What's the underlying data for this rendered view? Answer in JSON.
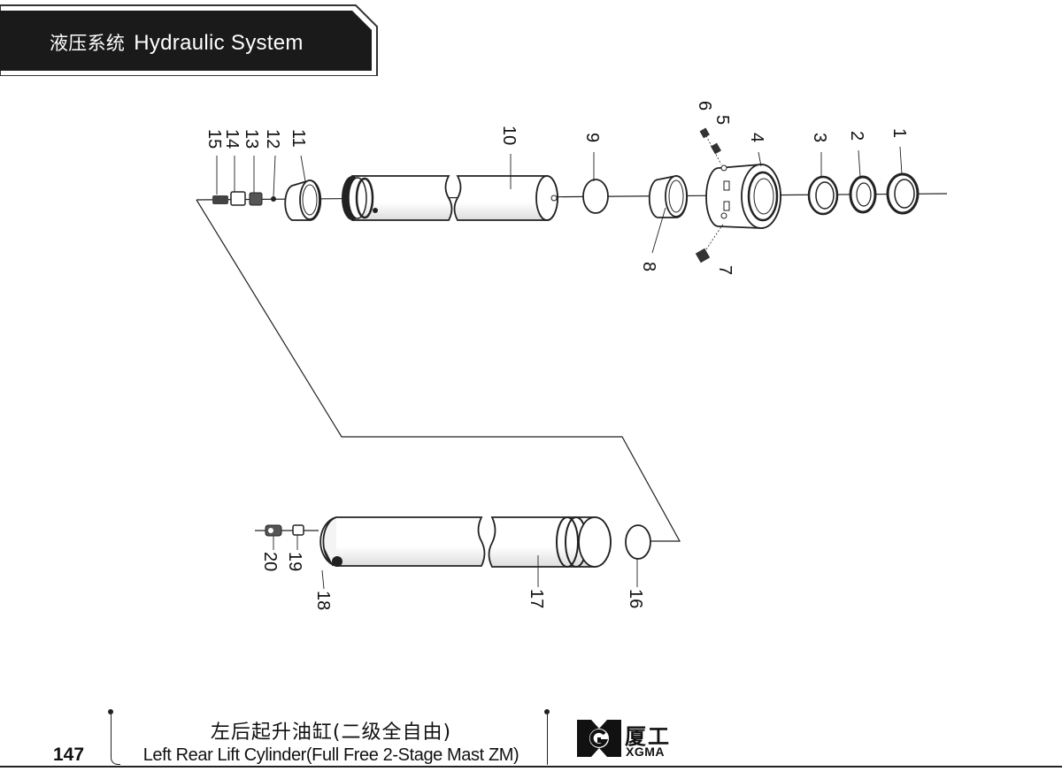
{
  "header": {
    "title_cn": "液压系统",
    "title_en": "Hydraulic System"
  },
  "callouts": {
    "p1": "1",
    "p2": "2",
    "p3": "3",
    "p4": "4",
    "p5": "5",
    "p6": "6",
    "p7": "7",
    "p8": "8",
    "p9": "9",
    "p10": "10",
    "p11": "11",
    "p12": "12",
    "p13": "13",
    "p14": "14",
    "p15": "15",
    "p16": "16",
    "p17": "17",
    "p18": "18",
    "p19": "19",
    "p20": "20"
  },
  "footer": {
    "page_number": "147",
    "title_cn": "左后起升油缸(二级全自由)",
    "title_en": "Left Rear Lift Cylinder(Full Free 2-Stage Mast ZM)",
    "brand_cn": "厦工",
    "brand_en": "XGMA"
  }
}
